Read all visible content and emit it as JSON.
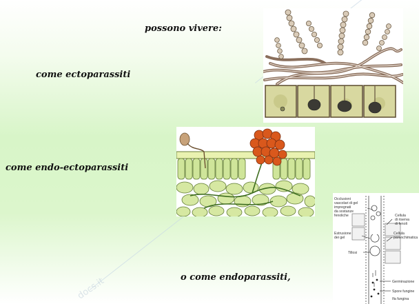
{
  "slide": {
    "heading": "possono vivere:",
    "items": [
      "come ectoparassiti",
      "come endo-ectoparassiti",
      "o come endoparassiti,"
    ]
  },
  "watermark": {
    "text": "docs.it"
  },
  "figure_endo": {
    "labels": {
      "occlusioni": [
        "Occlusioni",
        "vascolari di gel",
        "impregnati",
        "da sostanze",
        "fenoliche"
      ],
      "cellula_riserva": [
        "Cellula",
        "di riserva",
        "di fenoli"
      ],
      "estrusione": [
        "Estrusione",
        "dei gel"
      ],
      "cellula_parenchimatica": [
        "Cellula",
        "parenchimatica"
      ],
      "tillosi": "Tillosi",
      "germinazione": "Germinazione",
      "spore": [
        "Spore fungine"
      ],
      "ifa": "Ifa fungina"
    }
  }
}
